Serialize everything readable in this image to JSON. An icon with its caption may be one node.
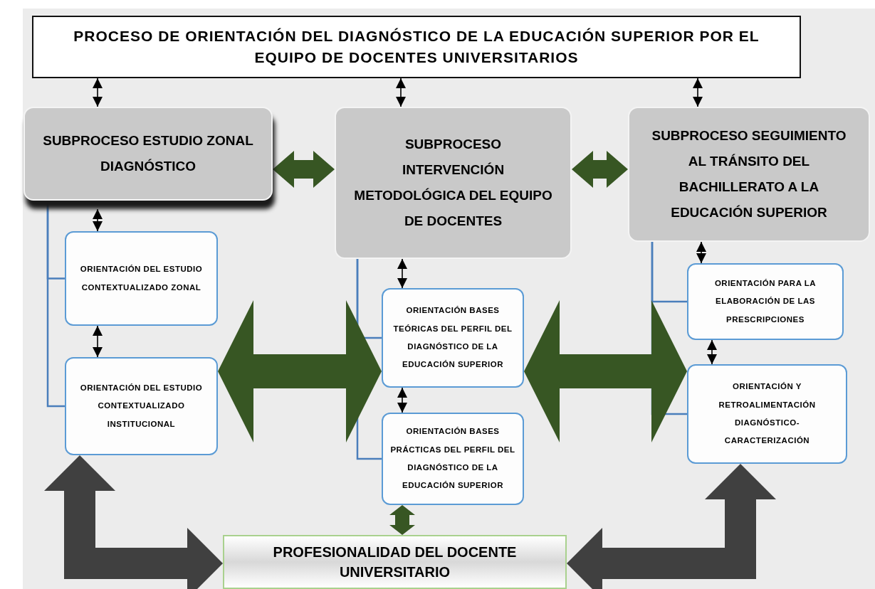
{
  "diagram": {
    "nodes": [
      {
        "text": [
          "PROCESO DE ORIENTACIÓN DEL DIAGNÓSTICO DE LA EDUCACIÓN SUPERIOR POR EL EQUIPO DE DOCENTES UNIVERSITARIOS"
        ]
      },
      {
        "text": [
          "SUBPROCESO ESTUDIO ZONAL DIAGNÓSTICO"
        ]
      },
      {
        "text": [
          "SUBPROCESO INTERVENCIÓN METODOLÓGICA DEL EQUIPO DE DOCENTES"
        ]
      },
      {
        "text": [
          "SUBPROCESO SEGUIMIENTO AL TRÁNSITO DEL BACHILLERATO A LA EDUCACIÓN SUPERIOR"
        ]
      },
      {
        "text": [
          "ORIENTACIÓN DEL ESTUDIO CONTEXTUALIZADO ZONAL"
        ]
      },
      {
        "text": [
          "ORIENTACIÓN DEL ESTUDIO CONTEXTUALIZADO INSTITUCIONAL"
        ]
      },
      {
        "text": [
          "ORIENTACIÓN BASES TEÓRICAS DEL PERFIL DEL DIAGNÓSTICO DE LA EDUCACIÓN SUPERIOR"
        ]
      },
      {
        "text": [
          "ORIENTACIÓN BASES PRÁCTICAS DEL PERFIL DEL DIAGNÓSTICO DE LA EDUCACIÓN SUPERIOR"
        ]
      },
      {
        "text": [
          "ORIENTACIÓN PARA LA ELABORACIÓN DE LAS PRESCRIPCIONES"
        ]
      },
      {
        "text": [
          "ORIENTACIÓN Y RETROALIMENTACIÓN DIAGNÓSTICO-CARACTERIZACIÓN"
        ]
      },
      {
        "text": [
          "PROFESIONALIDAD DEL DOCENTE UNIVERSITARIO"
        ]
      }
    ],
    "edges": [
      {
        "from": 0,
        "to": 1,
        "arrow": "both"
      },
      {
        "from": 0,
        "to": 2,
        "arrow": "both"
      },
      {
        "from": 0,
        "to": 3,
        "arrow": "both"
      },
      {
        "from": 1,
        "to": 2,
        "arrow": "both",
        "style": "thick",
        "color": "#375623"
      },
      {
        "from": 2,
        "to": 3,
        "arrow": "both",
        "style": "thick",
        "color": "#375623"
      },
      {
        "from": 1,
        "to": 4,
        "arrow": "both"
      },
      {
        "from": 4,
        "to": 5,
        "arrow": "both"
      },
      {
        "from": 1,
        "to": 4,
        "arrow": "none",
        "color": "#4a7ebb"
      },
      {
        "from": 1,
        "to": 5,
        "arrow": "none",
        "color": "#4a7ebb"
      },
      {
        "from": 2,
        "to": 6,
        "arrow": "both"
      },
      {
        "from": 6,
        "to": 7,
        "arrow": "both"
      },
      {
        "from": 2,
        "to": 6,
        "arrow": "none",
        "color": "#4a7ebb"
      },
      {
        "from": 2,
        "to": 7,
        "arrow": "none",
        "color": "#4a7ebb"
      },
      {
        "from": 3,
        "to": 8,
        "arrow": "both"
      },
      {
        "from": 8,
        "to": 9,
        "arrow": "both"
      },
      {
        "from": 3,
        "to": 8,
        "arrow": "none",
        "color": "#4a7ebb"
      },
      {
        "from": 3,
        "to": 9,
        "arrow": "none",
        "color": "#4a7ebb"
      },
      {
        "from": 5,
        "to": 6,
        "arrow": "both",
        "style": "thick",
        "color": "#375623"
      },
      {
        "from": 6,
        "to": 9,
        "arrow": "both",
        "style": "thick",
        "color": "#375623"
      },
      {
        "from": 7,
        "to": 10,
        "arrow": "both",
        "style": "thick",
        "color": "#375623"
      },
      {
        "from": 5,
        "to": 10,
        "arrow": "both",
        "style": "thick",
        "color": "#404040"
      },
      {
        "from": 9,
        "to": 10,
        "arrow": "both",
        "style": "thick",
        "color": "#404040"
      }
    ]
  }
}
